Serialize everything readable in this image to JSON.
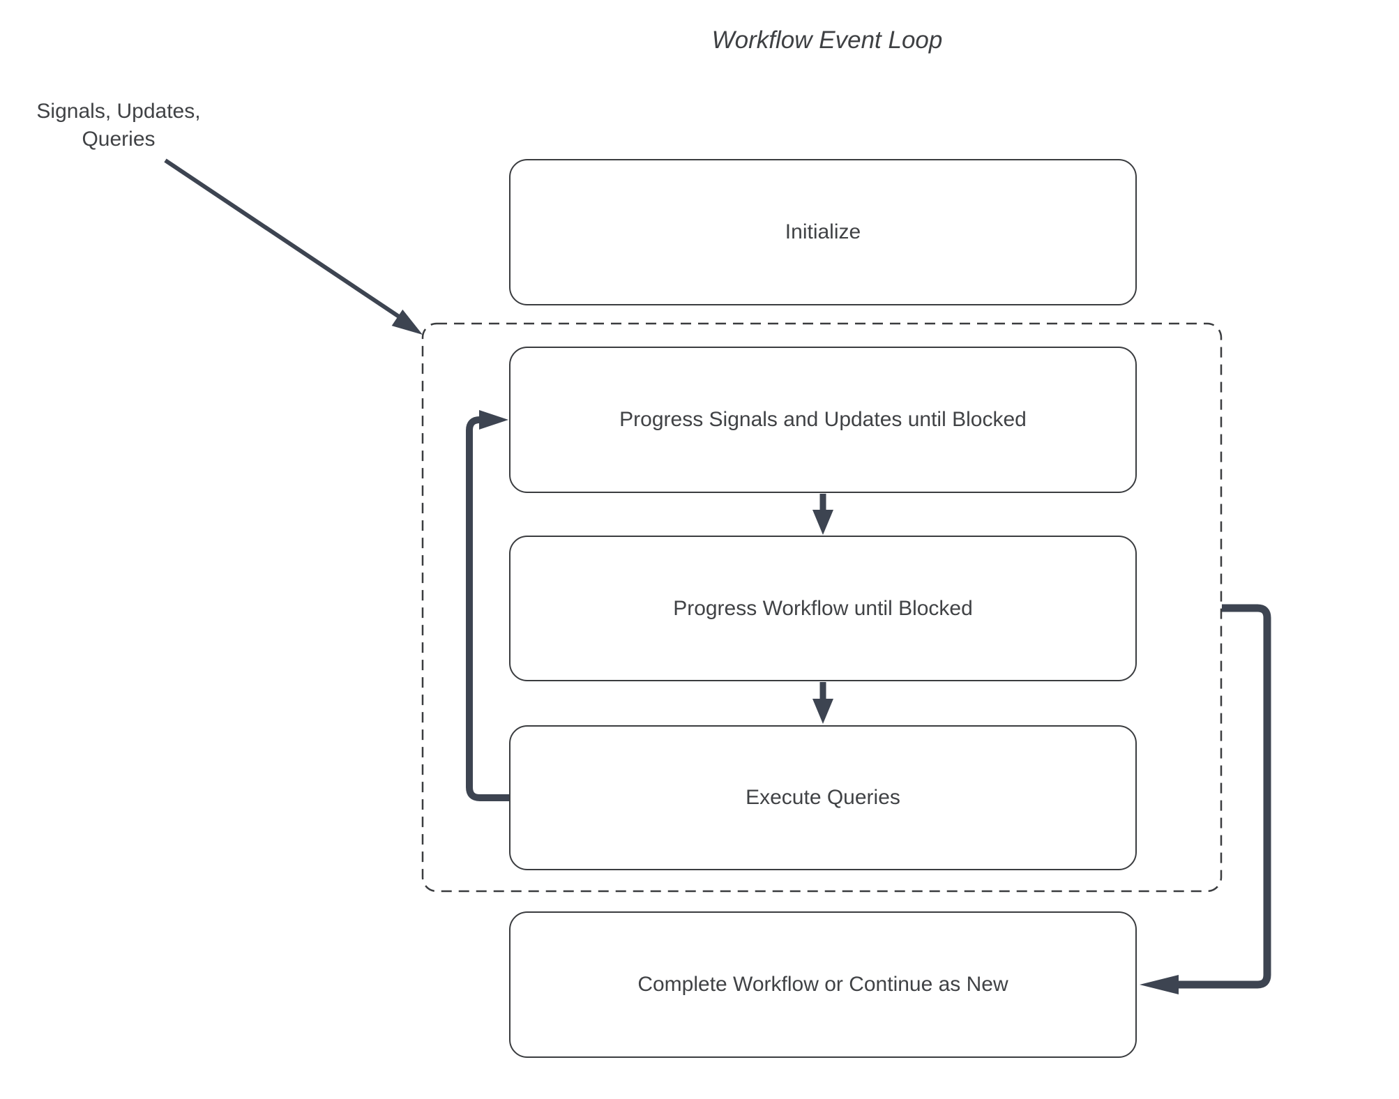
{
  "diagram": {
    "title": "Workflow Event Loop",
    "input_annotation": "Signals, Updates,\nQueries",
    "nodes": {
      "initialize": {
        "label": "Initialize"
      },
      "progress_signals": {
        "label": "Progress Signals and Updates until Blocked"
      },
      "progress_workflow": {
        "label": "Progress Workflow until Blocked"
      },
      "execute_queries": {
        "label": "Execute Queries"
      },
      "complete": {
        "label": "Complete Workflow or Continue as New"
      }
    },
    "colors": {
      "connector": "#3d4451",
      "node_border": "#3a3c3f",
      "dashed_border": "#3a3c3f",
      "text": "#404245",
      "background": "#ffffff"
    }
  }
}
